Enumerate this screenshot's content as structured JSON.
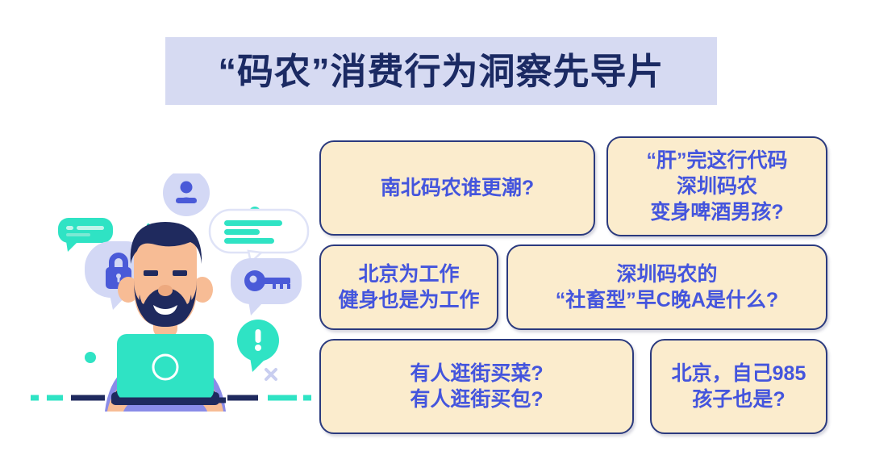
{
  "title": {
    "text": "“码农”消费行为洞察先导片",
    "banner_color": "#d6daf2",
    "text_color": "#1b2a63"
  },
  "cards": [
    {
      "id": "card-1",
      "text": "南北码农谁更潮?"
    },
    {
      "id": "card-2",
      "text": "“肝”完这行代码\n深圳码农\n变身啤酒男孩?"
    },
    {
      "id": "card-3",
      "text": "北京为工作\n健身也是为工作"
    },
    {
      "id": "card-4",
      "text": "深圳码农的\n“社畜型”早C晚A是什么?"
    },
    {
      "id": "card-5",
      "text": "有人逛街买菜?\n有人逛街买包?"
    },
    {
      "id": "card-6",
      "text": "北京，自己985\n孩子也是?"
    }
  ],
  "card_style": {
    "fill": "#fbeccd",
    "border": "#2b3a7e",
    "text_color": "#4455dd"
  },
  "illustration": {
    "description": "bearded developer working on a laptop surrounded by floating icon bubbles",
    "colors": {
      "navy": "#1f2a5e",
      "turquoise": "#2fe3c4",
      "lavender": "#d3d8f5",
      "blue": "#4a5ad8",
      "purple_shirt": "#8a8ce8",
      "skin": "#f7bc95"
    },
    "bubbles": [
      {
        "name": "person-icon",
        "shape": "circle",
        "fill": "#d3d8f5",
        "icon_color": "#4a5ad8"
      },
      {
        "name": "chat-lines-icon",
        "shape": "speech-bubble",
        "fill": "#ffffff",
        "icon_color": "#2fe3c4"
      },
      {
        "name": "lock-icon",
        "shape": "speech-bubble",
        "fill": "#d3d8f5",
        "icon_color": "#4a5ad8"
      },
      {
        "name": "key-icon",
        "shape": "speech-bubble",
        "fill": "#d3d8f5",
        "icon_color": "#4a5ad8"
      },
      {
        "name": "message-icon",
        "shape": "speech-bubble",
        "fill": "#2fe3c4",
        "icon_color": "#d3f7ee"
      },
      {
        "name": "exclamation-icon",
        "shape": "speech-bubble",
        "fill": "#2fe3c4",
        "icon_color": "#ffffff"
      }
    ],
    "marks": [
      {
        "name": "x-mark-upper",
        "color": "#2fe3c4"
      },
      {
        "name": "x-mark-lower",
        "color": "#c9cef0"
      },
      {
        "name": "dot-right",
        "color": "#2fe3c4"
      },
      {
        "name": "dot-left",
        "color": "#2fe3c4"
      }
    ]
  }
}
